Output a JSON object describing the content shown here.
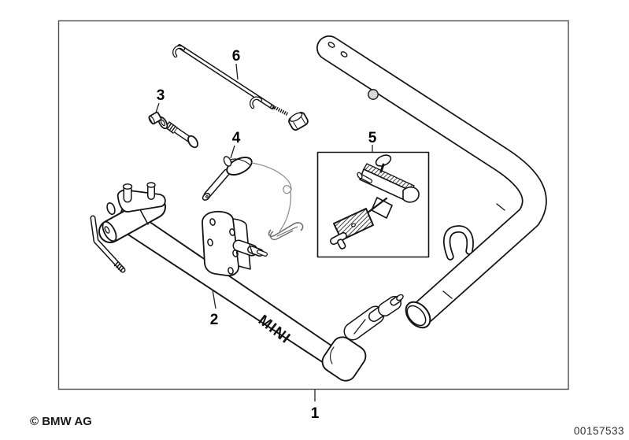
{
  "diagram": {
    "brand_text": "MINI",
    "callouts": [
      {
        "label": "1"
      },
      {
        "label": "2"
      },
      {
        "label": "3"
      },
      {
        "label": "4"
      },
      {
        "label": "5"
      },
      {
        "label": "6"
      }
    ]
  },
  "footer": {
    "copyright": "© BMW AG",
    "image_number": "00157533"
  },
  "colors": {
    "line": "#141414",
    "paper": "#ffffff",
    "frame": "#4d4d4d",
    "cable": "#8f8f8f",
    "clip": "#6e6e6e",
    "knob_fill": "#d9d9d9"
  }
}
